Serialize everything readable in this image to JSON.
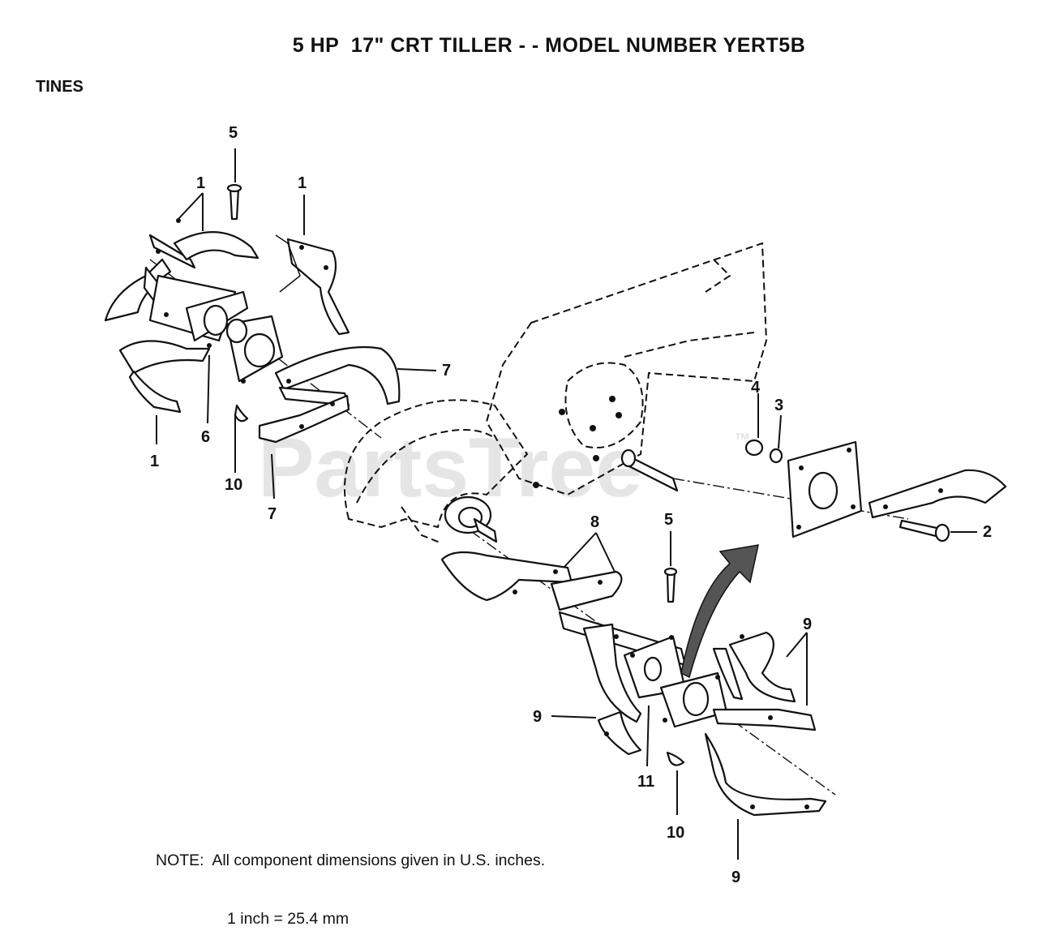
{
  "header": {
    "title": "5 HP  17\" CRT TILLER - - MODEL NUMBER YERT5B",
    "section": "TINES"
  },
  "note": {
    "line1": "NOTE:  All component dimensions given in U.S. inches.",
    "line2": "1 inch = 25.4 mm"
  },
  "watermark": {
    "text": "PartsTree",
    "trademark": "™"
  },
  "callouts": [
    {
      "id": "c1a",
      "label": "1"
    },
    {
      "id": "c1b",
      "label": "1"
    },
    {
      "id": "c1c",
      "label": "1"
    },
    {
      "id": "c2",
      "label": "2"
    },
    {
      "id": "c3",
      "label": "3"
    },
    {
      "id": "c4",
      "label": "4"
    },
    {
      "id": "c5a",
      "label": "5"
    },
    {
      "id": "c5b",
      "label": "5"
    },
    {
      "id": "c6",
      "label": "6"
    },
    {
      "id": "c7a",
      "label": "7"
    },
    {
      "id": "c7b",
      "label": "7"
    },
    {
      "id": "c8",
      "label": "8"
    },
    {
      "id": "c9a",
      "label": "9"
    },
    {
      "id": "c9b",
      "label": "9"
    },
    {
      "id": "c9c",
      "label": "9"
    },
    {
      "id": "c10a",
      "label": "10"
    },
    {
      "id": "c10b",
      "label": "10"
    },
    {
      "id": "c11",
      "label": "11"
    }
  ]
}
